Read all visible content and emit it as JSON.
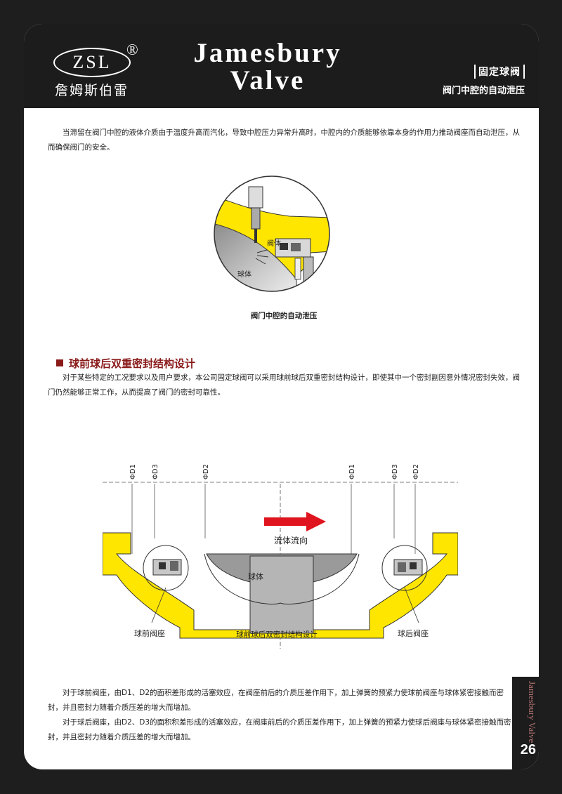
{
  "header": {
    "logo_text": "ZSL",
    "logo_reg": "®",
    "logo_cn": "詹姆斯伯雷",
    "brand_line1": "Jamesbury",
    "brand_line2": "Valve",
    "category": "固定球阀",
    "subtitle": "阀门中腔的自动泄压"
  },
  "intro_text": "当滞留在阀门中腔的液体介质由于温度升高而汽化，导致中腔压力异常升高时，中腔内的介质能够依靠本身的作用力推动阀座而自动泄压，从而确保阀门的安全。",
  "figure1": {
    "label_body": "阀体",
    "label_ball": "球体",
    "caption": "阀门中腔的自动泄压"
  },
  "section": {
    "title": "球前球后双重密封结构设计",
    "paragraph": "对于某些特定的工况要求以及用户要求，本公司固定球阀可以采用球前球后双重密封结构设计，即使其中一个密封副因意外情况密封失效，阀门仍然能够正常工作，从而提高了阀门的密封可靠性。"
  },
  "figure2": {
    "dim_d1": "ΦD1",
    "dim_d3": "ΦD3",
    "dim_d2": "ΦD2",
    "flow_label": "流体流向",
    "ball_label": "球体",
    "front_seat": "球前阀座",
    "rear_seat": "球后阀座",
    "caption": "球前球后双密封结构设计"
  },
  "para_front": "对于球前阀座，由D1、D2的面积差形成的活塞效应，在阀座前后的介质压差作用下，加上弹簧的预紧力使球前阀座与球体紧密接触而密封，并且密封力随着介质压差的增大而增加。",
  "para_rear": "对于球后阀座，由D2、D3的面积积差形成的活塞效应，在阀座前后的介质压差作用下，加上弹簧的预紧力使球后阀座与球体紧密接触而密封，并且密封力随着介质压差的增大而增加。",
  "side_tab": "Jamesbury Valve",
  "page_number": "26",
  "colors": {
    "yellow": "#ffe600",
    "arrow": "#e0141e",
    "accent": "#8a1a1a"
  }
}
